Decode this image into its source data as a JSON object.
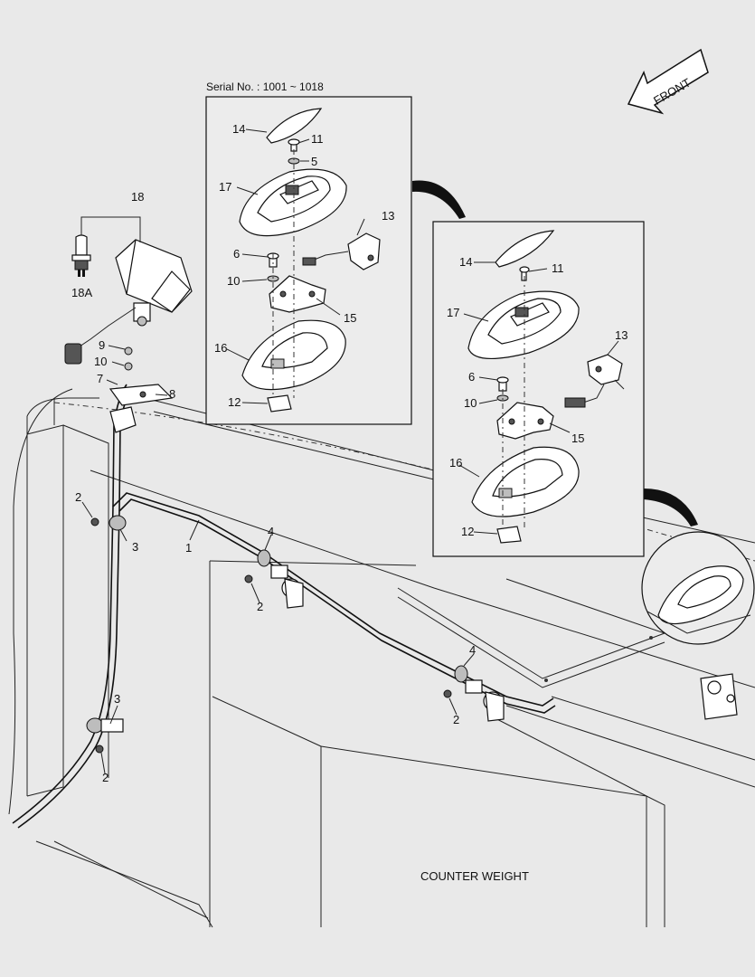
{
  "serial_caption": "Serial No. : 1001 ~ 1018",
  "front_label": "FRONT",
  "counterweight_label": "COUNTER WEIGHT",
  "part_numbers": {
    "n1": "1",
    "n2": "2",
    "n3": "3",
    "n4": "4",
    "n5": "5",
    "n6": "6",
    "n7": "7",
    "n8": "8",
    "n9": "9",
    "n10": "10",
    "n11": "11",
    "n12": "12",
    "n13": "13",
    "n14": "14",
    "n15": "15",
    "n16": "16",
    "n17": "17",
    "n18": "18",
    "n18a": "18A"
  }
}
